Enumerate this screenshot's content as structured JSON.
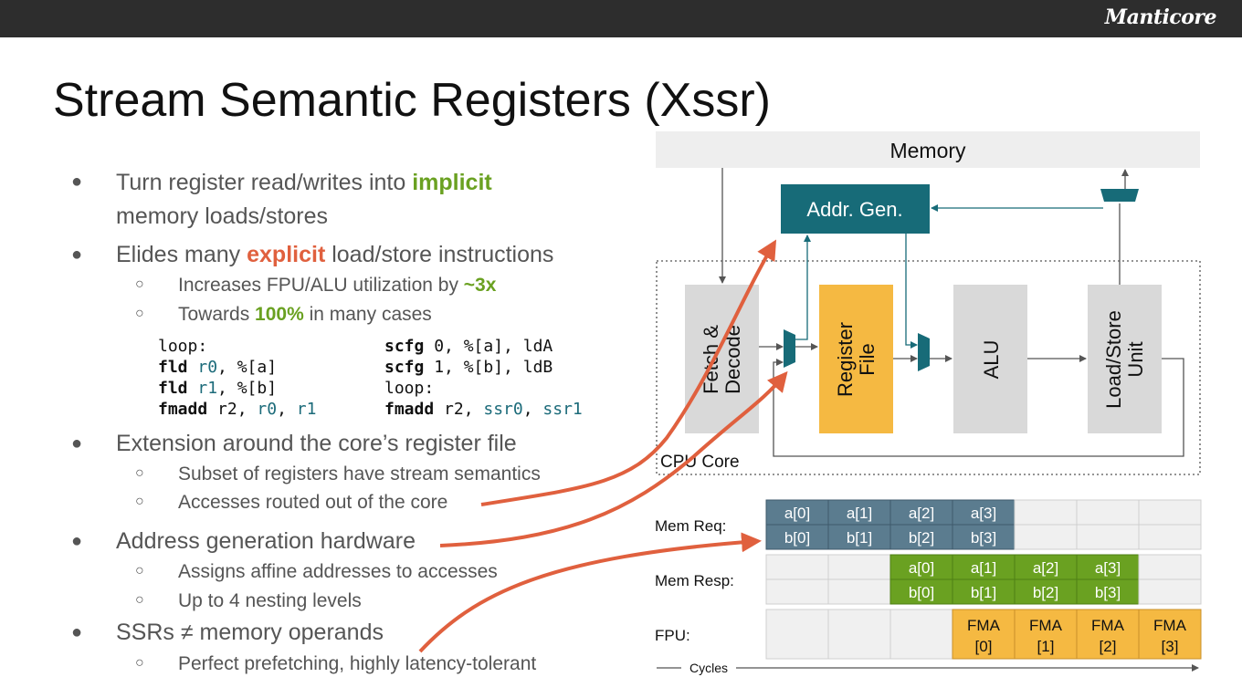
{
  "header": {
    "brand": "Manticore"
  },
  "slide": {
    "title": "Stream Semantic Registers (Xssr)"
  },
  "bullets": {
    "b1_pre": "Turn register read/writes into ",
    "b1_hl": "implicit",
    "b1_post": "memory loads/stores",
    "b2_pre": "Elides many ",
    "b2_hl": "explicit",
    "b2_post": " load/store instructions",
    "b2_s1_pre": "Increases FPU/ALU utilization by ",
    "b2_s1_hl": "~3x",
    "b2_s2_pre": "Towards ",
    "b2_s2_hl": "100%",
    "b2_s2_post": " in many cases",
    "b3": "Extension around the core’s register file",
    "b3_s1": "Subset of registers have stream semantics",
    "b3_s2": "Accesses routed out of the core",
    "b4": "Address generation hardware",
    "b4_s1": "Assigns affine addresses to accesses",
    "b4_s2": "Up to 4 nesting levels",
    "b5": "SSRs ≠ memory operands",
    "b5_s1": "Perfect prefetching, highly latency-tolerant",
    "bullet_glyph": "●",
    "sub_glyph": "○"
  },
  "code_left": {
    "l1": "loop:",
    "l2_kw": "fld",
    "l2_r": "r0",
    "l2_rest": ", %[a]",
    "l3_kw": "fld",
    "l3_r": "r1",
    "l3_rest": ", %[b]",
    "l4_kw": "fmadd",
    "l4_a": " r2, ",
    "l4_r0": "r0",
    "l4_c": ", ",
    "l4_r1": "r1"
  },
  "code_right": {
    "l1_kw": "scfg",
    "l1_rest": " 0, %[a], ldA",
    "l2_kw": "scfg",
    "l2_rest": " 1, %[b], ldB",
    "l3": "loop:",
    "l4_kw": "fmadd",
    "l4_a": " r2, ",
    "l4_r0": "ssr0",
    "l4_c": ", ",
    "l4_r1": "ssr1"
  },
  "diagram": {
    "memory": "Memory",
    "addr_gen": "Addr. Gen.",
    "fetch_l1": "Fetch &",
    "fetch_l2": "Decode",
    "regfile_l1": "Register",
    "regfile_l2": "File",
    "alu": "ALU",
    "lsu_l1": "Load/Store",
    "lsu_l2": "Unit",
    "cpu_core": "CPU Core"
  },
  "timeline": {
    "mem_req_label": "Mem Req:",
    "mem_resp_label": "Mem Resp:",
    "fpu_label": "FPU:",
    "cycles_label": "Cycles",
    "req_a": [
      "a[0]",
      "a[1]",
      "a[2]",
      "a[3]"
    ],
    "req_b": [
      "b[0]",
      "b[1]",
      "b[2]",
      "b[3]"
    ],
    "resp_a": [
      "a[0]",
      "a[1]",
      "a[2]",
      "a[3]"
    ],
    "resp_b": [
      "b[0]",
      "b[1]",
      "b[2]",
      "b[3]"
    ],
    "fma_top": [
      "FMA",
      "FMA",
      "FMA",
      "FMA"
    ],
    "fma_bot": [
      "[0]",
      "[1]",
      "[2]",
      "[3]"
    ]
  },
  "colors": {
    "teal": "#176b78",
    "slate": "#5b7c8f",
    "green": "#6aa121",
    "orange": "#f5b942",
    "grey_block": "#d9d9d9",
    "arrow_red": "#e0603e"
  }
}
